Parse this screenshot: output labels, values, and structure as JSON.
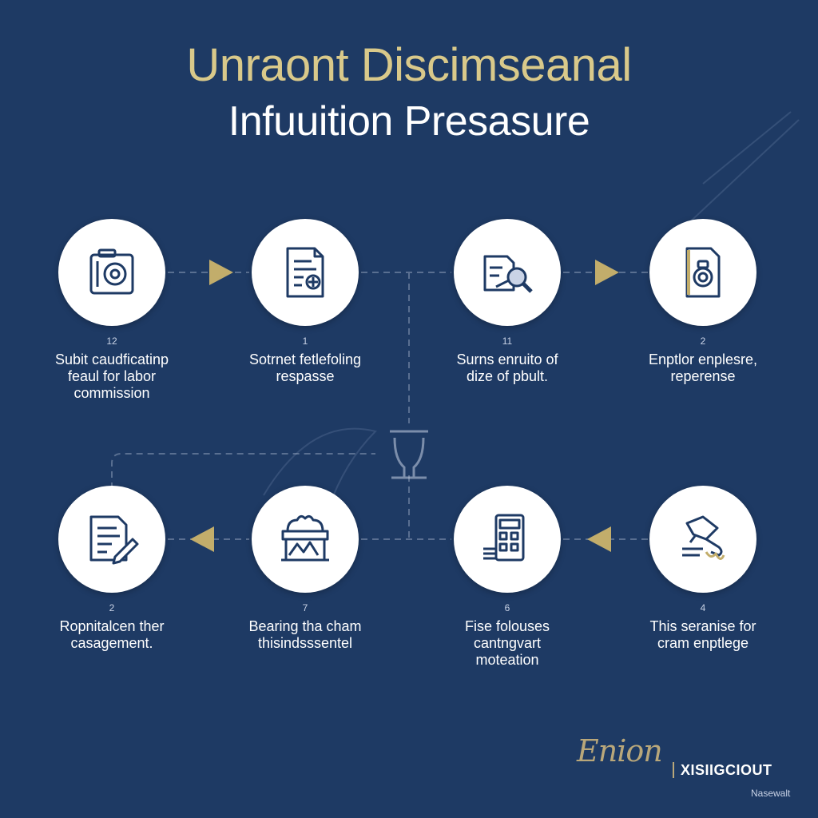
{
  "title": {
    "line1": "Unraont Discimseanal",
    "line2": "Infuuition Presasure"
  },
  "colors": {
    "background": "#1e3a64",
    "accent_gold": "#d9c98a",
    "arrow_gold": "#c2ad6b",
    "connector": "#c9d3e6",
    "icon_navy": "#1e3a64",
    "circle_fill": "#ffffff"
  },
  "steps": [
    {
      "number": "12",
      "label": "Subit caudficatinp\nfeaul for labor\ncommission",
      "icon": "camera-device-icon"
    },
    {
      "number": "1",
      "label": "Sotrnet fetlefoling\nrespasse",
      "icon": "document-list-icon"
    },
    {
      "number": "11",
      "label": "Surns enruito of\ndize of pbult.",
      "icon": "document-search-icon"
    },
    {
      "number": "2",
      "label": "Enptlor enplesre,\nreperense",
      "icon": "file-badge-icon"
    },
    {
      "number": "2",
      "label": "Ropnitalcen ther\ncasagement.",
      "icon": "document-pen-icon"
    },
    {
      "number": "7",
      "label": "Bearing tha cham\nthisindsssentel",
      "icon": "building-chart-icon"
    },
    {
      "number": "6",
      "label": "Fise folouses\ncantngvart\nmoteation",
      "icon": "calculator-icon"
    },
    {
      "number": "4",
      "label": "This seranise for\ncram enptlege",
      "icon": "handshake-icon"
    }
  ],
  "brand": {
    "script": "Enion",
    "name": "XISIIGCIOUT",
    "subtitle": "Nasewalt"
  }
}
